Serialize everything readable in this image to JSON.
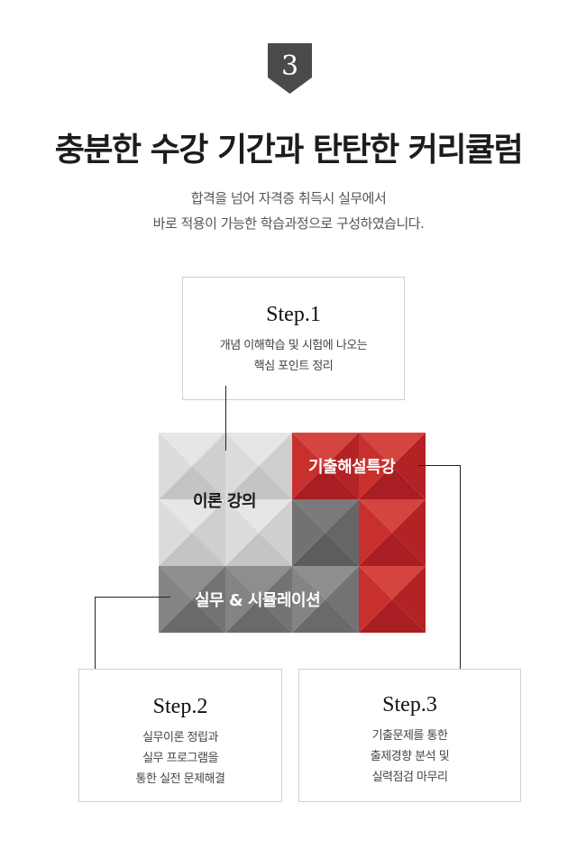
{
  "badge": {
    "number": "3"
  },
  "heading": {
    "title": "충분한 수강 기간과 탄탄한 커리큘럼"
  },
  "intro": {
    "line1": "합격을 넘어 자격증 취득시 실무에서",
    "line2": "바로 적용이 가능한 학습과정으로 구성하였습니다."
  },
  "steps": [
    {
      "title": "Step.1",
      "lines": [
        "개념 이해학습 및 시험에 나오는",
        "핵심 포인트 정리"
      ]
    },
    {
      "title": "Step.2",
      "lines": [
        "실무이론 정립과",
        "실무 프로그램을",
        "통한 실전 문제해결"
      ]
    },
    {
      "title": "Step.3",
      "lines": [
        "기출문제를 통한",
        "출제경향 분석 및",
        "실력점검 마무리"
      ]
    }
  ],
  "grid": {
    "theory_label": "이론 강의",
    "exam_label": "기출해설특강",
    "practice_label": "실무 & 시뮬레이션"
  },
  "colors": {
    "badge": "#4a4a4a",
    "light_gray": "#d9d9da",
    "mid_gray": "#848484",
    "red": "#c8302e"
  }
}
